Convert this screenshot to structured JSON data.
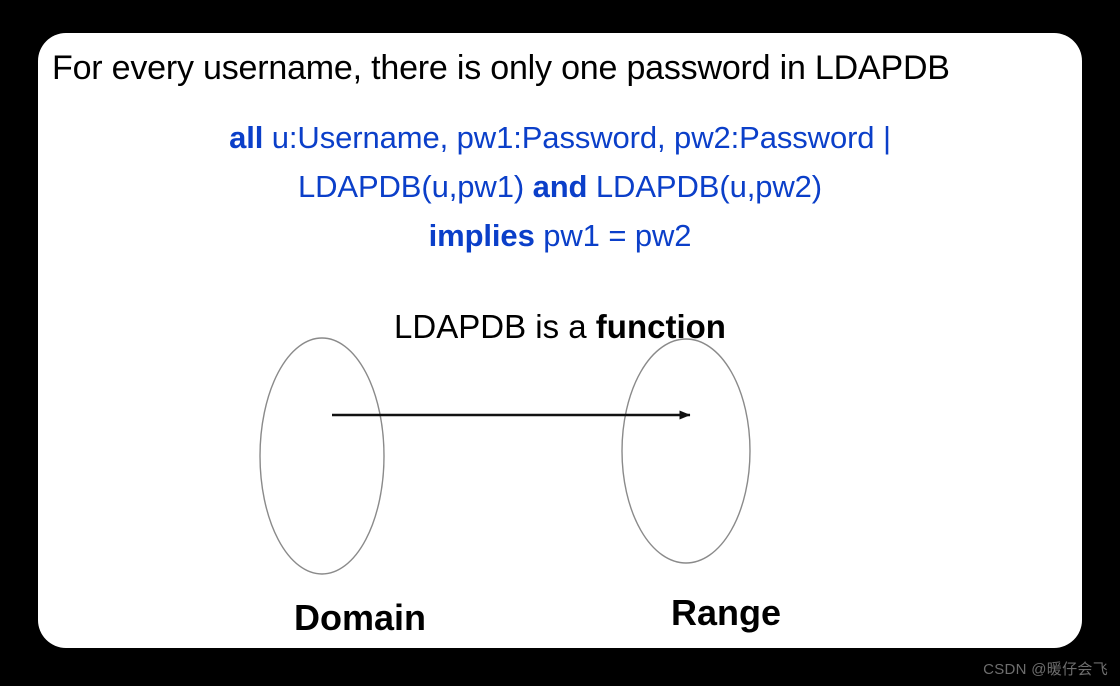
{
  "slide": {
    "title": "For every username, there is only one password in LDAPDB",
    "formula": {
      "line1_keyword": "all",
      "line1_rest": " u:Username, pw1:Password, pw2:Password |",
      "line2_prefix": "LDAPDB(u,pw1) ",
      "line2_keyword": "and",
      "line2_suffix": " LDAPDB(u,pw2)",
      "line3_keyword": "implies",
      "line3_rest": " pw1 = pw2"
    },
    "caption_prefix": "LDAPDB is a ",
    "caption_bold": "function",
    "diagram": {
      "domain_label": "Domain",
      "range_label": "Range",
      "arrow_name": "mapping-arrow"
    },
    "colors": {
      "background": "#000000",
      "card": "#ffffff",
      "formula_blue": "#0b3fc9",
      "text_black": "#000000",
      "ellipse_stroke": "#8a8a8a",
      "watermark": "#6e6e6e"
    }
  },
  "watermark": "CSDN @暖仔会飞"
}
